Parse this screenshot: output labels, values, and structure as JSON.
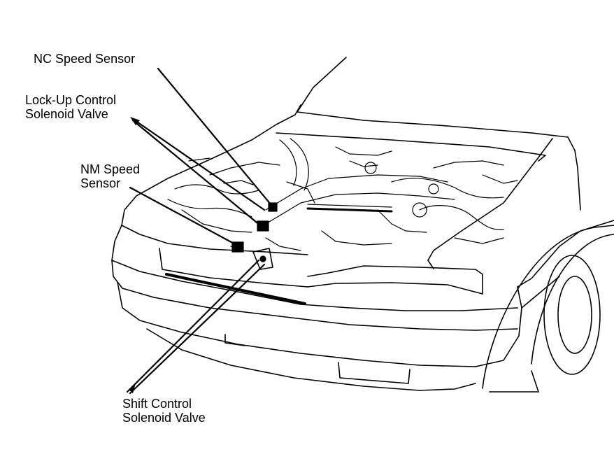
{
  "labels": {
    "nc_speed_sensor": "NC Speed Sensor",
    "lock_up": {
      "line1": "Lock-Up Control",
      "line2": "Solenoid Valve"
    },
    "nm_speed_sensor": {
      "line1": "NM Speed",
      "line2": "Sensor"
    },
    "shift_control": {
      "line1": "Shift Control",
      "line2": "Solenoid Valve"
    }
  },
  "colors": {
    "ink": "#000000",
    "paper": "#ffffff"
  }
}
